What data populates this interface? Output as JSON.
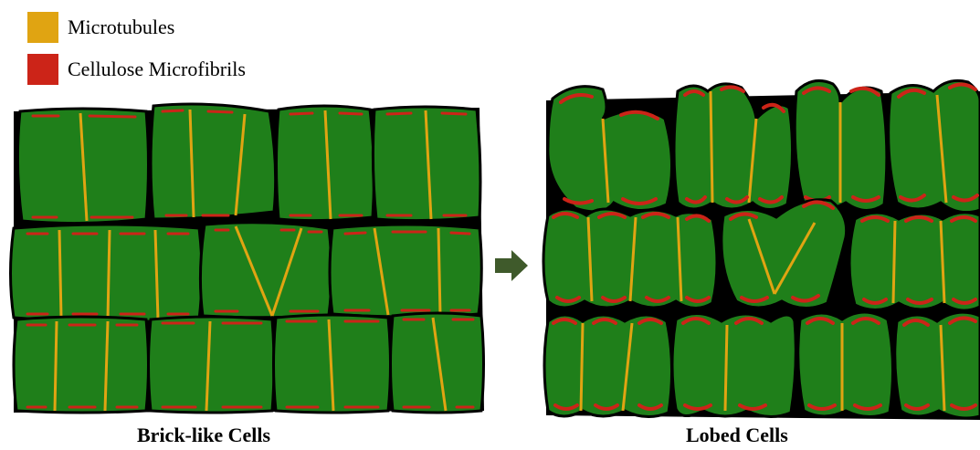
{
  "legend": [
    {
      "label": "Microtubules",
      "color": "#e0a412"
    },
    {
      "label": "Cellulose Microfibrils",
      "color": "#cc2418"
    }
  ],
  "panels": {
    "left_caption": "Brick-like Cells",
    "right_caption": "Lobed Cells"
  },
  "colors": {
    "cell_fill": "#1f7f1a",
    "outline": "#000000",
    "arrow": "#3f5a2b"
  }
}
